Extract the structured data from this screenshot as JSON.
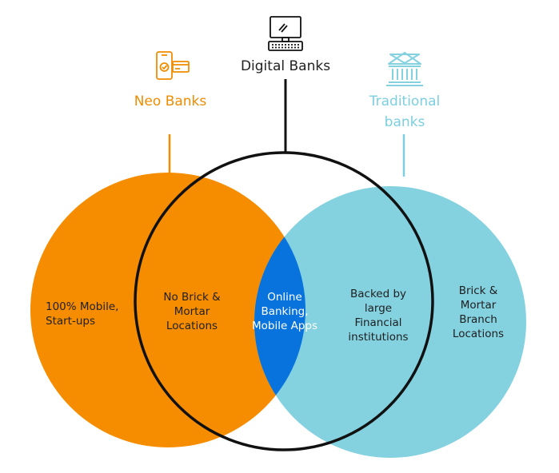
{
  "colors": {
    "neo": "#f68d00",
    "traditional": "#84d1e0",
    "overlap": "#0873dc",
    "digital_outline": "#111111",
    "neo_text": "#f08c00",
    "traditional_text": "#7ccfe0"
  },
  "headings": {
    "neo": "Neo Banks",
    "digital": "Digital Banks",
    "traditional_line1": "Traditional",
    "traditional_line2": "banks"
  },
  "icons": {
    "neo": "mobile-payment-icon",
    "digital": "desktop-computer-icon",
    "traditional": "bank-building-icon"
  },
  "regions": {
    "neo_only": [
      "100% Mobile,",
      "Start-ups"
    ],
    "neo_digital": [
      "No Brick &",
      "Mortar",
      "Locations"
    ],
    "center": [
      "Online",
      "Banking,",
      "Mobile Apps"
    ],
    "digital_traditional": [
      "Backed by",
      "large",
      "Financial",
      "institutions"
    ],
    "traditional_only": [
      "Brick &",
      "Mortar",
      "Branch",
      "Locations"
    ]
  }
}
